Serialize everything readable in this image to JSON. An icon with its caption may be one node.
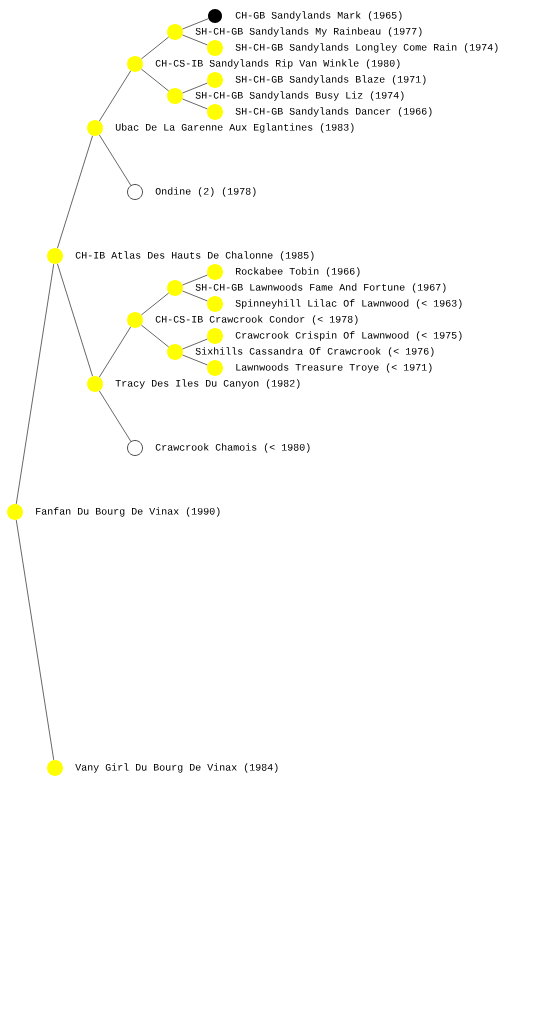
{
  "diagram": {
    "nodes": [
      {
        "text": [
          "CH-GB Sandylands Mark (1965)"
        ]
      },
      {
        "text": [
          "SH-CH-GB Sandylands My Rainbeau (1977)"
        ]
      },
      {
        "text": [
          "SH-CH-GB Sandylands Longley Come Rain (1974)"
        ]
      },
      {
        "text": [
          "CH-CS-IB Sandylands Rip Van Winkle (1980)"
        ]
      },
      {
        "text": [
          "SH-CH-GB Sandylands Blaze (1971)"
        ]
      },
      {
        "text": [
          "SH-CH-GB Sandylands Busy Liz (1974)"
        ]
      },
      {
        "text": [
          "SH-CH-GB Sandylands Dancer (1966)"
        ]
      },
      {
        "text": [
          "Ubac De La Garenne Aux Eglantines (1983)"
        ]
      },
      {
        "text": [
          "Ondine (2) (1978)"
        ]
      },
      {
        "text": [
          "CH-IB Atlas Des Hauts De Chalonne (1985)"
        ]
      },
      {
        "text": [
          "Rockabee Tobin (1966)"
        ]
      },
      {
        "text": [
          "SH-CH-GB Lawnwoods Fame And Fortune (1967)"
        ]
      },
      {
        "text": [
          "Spinneyhill Lilac Of Lawnwood (< 1963)"
        ]
      },
      {
        "text": [
          "CH-CS-IB Crawcrook Condor (< 1978)"
        ]
      },
      {
        "text": [
          "Crawcrook Crispin Of Lawnwood (< 1975)"
        ]
      },
      {
        "text": [
          "Sixhills Cassandra Of Crawcrook (< 1976)"
        ]
      },
      {
        "text": [
          "Lawnwoods Treasure Troye (< 1971)"
        ]
      },
      {
        "text": [
          "Tracy Des Iles Du Canyon (1982)"
        ]
      },
      {
        "text": [
          "Crawcrook Chamois (< 1980)"
        ]
      },
      {
        "text": [
          "Fanfan Du Bourg De Vinax (1990)"
        ]
      },
      {
        "text": [
          "Vany Girl Du Bourg De Vinax (1984)"
        ]
      }
    ],
    "edges": [
      {
        "from": 19,
        "to": 9,
        "arrow": "none"
      },
      {
        "from": 9,
        "to": 7,
        "arrow": "none"
      },
      {
        "from": 7,
        "to": 3,
        "arrow": "none"
      },
      {
        "from": 3,
        "to": 1,
        "arrow": "none"
      },
      {
        "from": 1,
        "to": 0,
        "arrow": "none"
      },
      {
        "from": 1,
        "to": 2,
        "arrow": "none"
      },
      {
        "from": 3,
        "to": 5,
        "arrow": "none"
      },
      {
        "from": 5,
        "to": 4,
        "arrow": "none"
      },
      {
        "from": 5,
        "to": 6,
        "arrow": "none"
      },
      {
        "from": 7,
        "to": 8,
        "arrow": "none"
      },
      {
        "from": 9,
        "to": 17,
        "arrow": "none"
      },
      {
        "from": 17,
        "to": 13,
        "arrow": "none"
      },
      {
        "from": 13,
        "to": 11,
        "arrow": "none"
      },
      {
        "from": 11,
        "to": 10,
        "arrow": "none"
      },
      {
        "from": 11,
        "to": 12,
        "arrow": "none"
      },
      {
        "from": 13,
        "to": 15,
        "arrow": "none"
      },
      {
        "from": 15,
        "to": 14,
        "arrow": "none"
      },
      {
        "from": 15,
        "to": 16,
        "arrow": "none"
      },
      {
        "from": 17,
        "to": 18,
        "arrow": "none"
      },
      {
        "from": 19,
        "to": 20,
        "arrow": "none"
      }
    ]
  }
}
